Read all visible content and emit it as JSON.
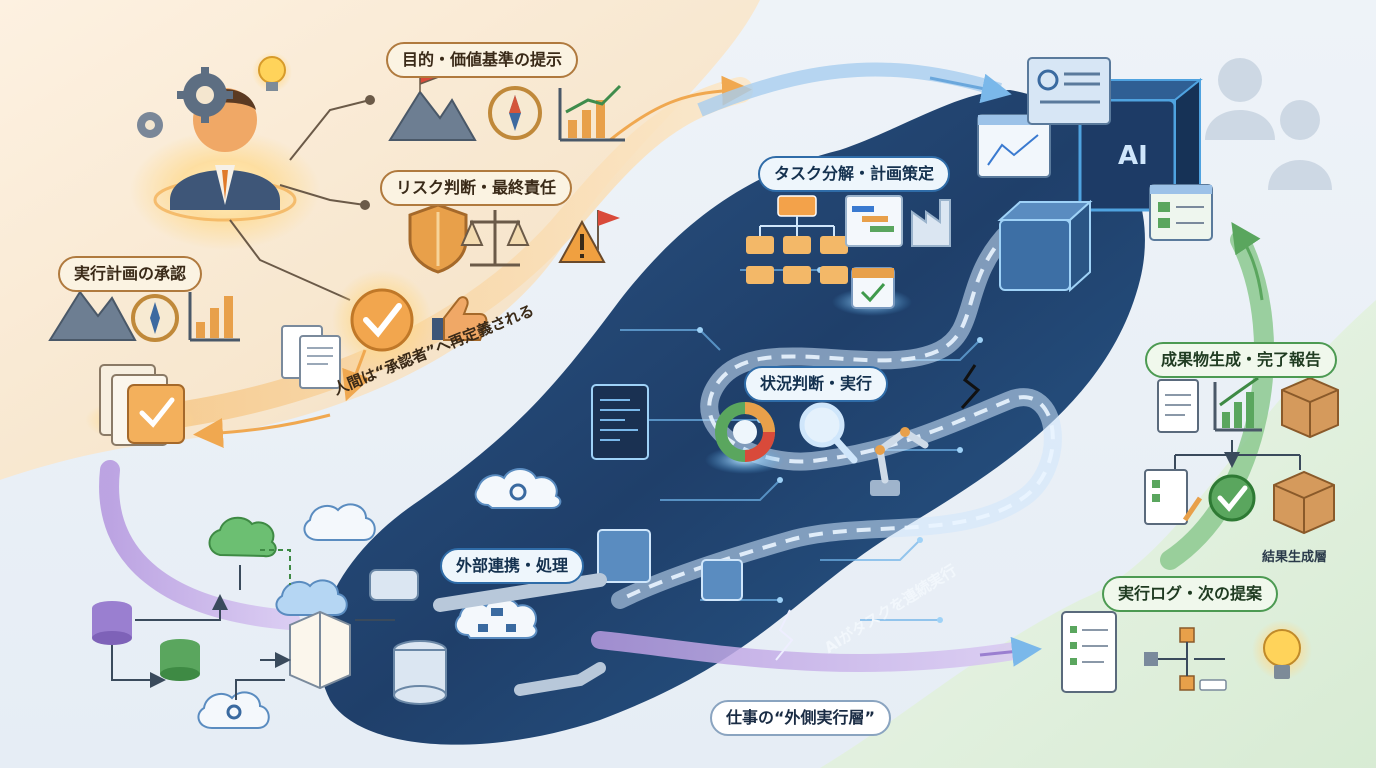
{
  "human": {
    "goals_label": "目的・価値基準の提示",
    "risk_label": "リスク判断・最終責任",
    "approve_label": "実行計画の承認",
    "redefine_text": "人間は“承認者”へ再定義される"
  },
  "ai": {
    "chip_text": "AI",
    "task_label": "タスク分解・計画策定",
    "situation_label": "状況判断・実行",
    "external_label": "外部連携・処理",
    "continuous_text": "AIがタスクを連続実行",
    "outer_layer_label": "仕事の“外側実行層”"
  },
  "result": {
    "deliver_label": "成果物生成・完了報告",
    "layer_label": "結果生成層",
    "log_label": "実行ログ・次の提案"
  },
  "colors": {
    "human_accent": "#e8a04a",
    "ai_dark": "#22426c",
    "ai_accent": "#4fa3e0",
    "result_accent": "#5aa65e"
  }
}
